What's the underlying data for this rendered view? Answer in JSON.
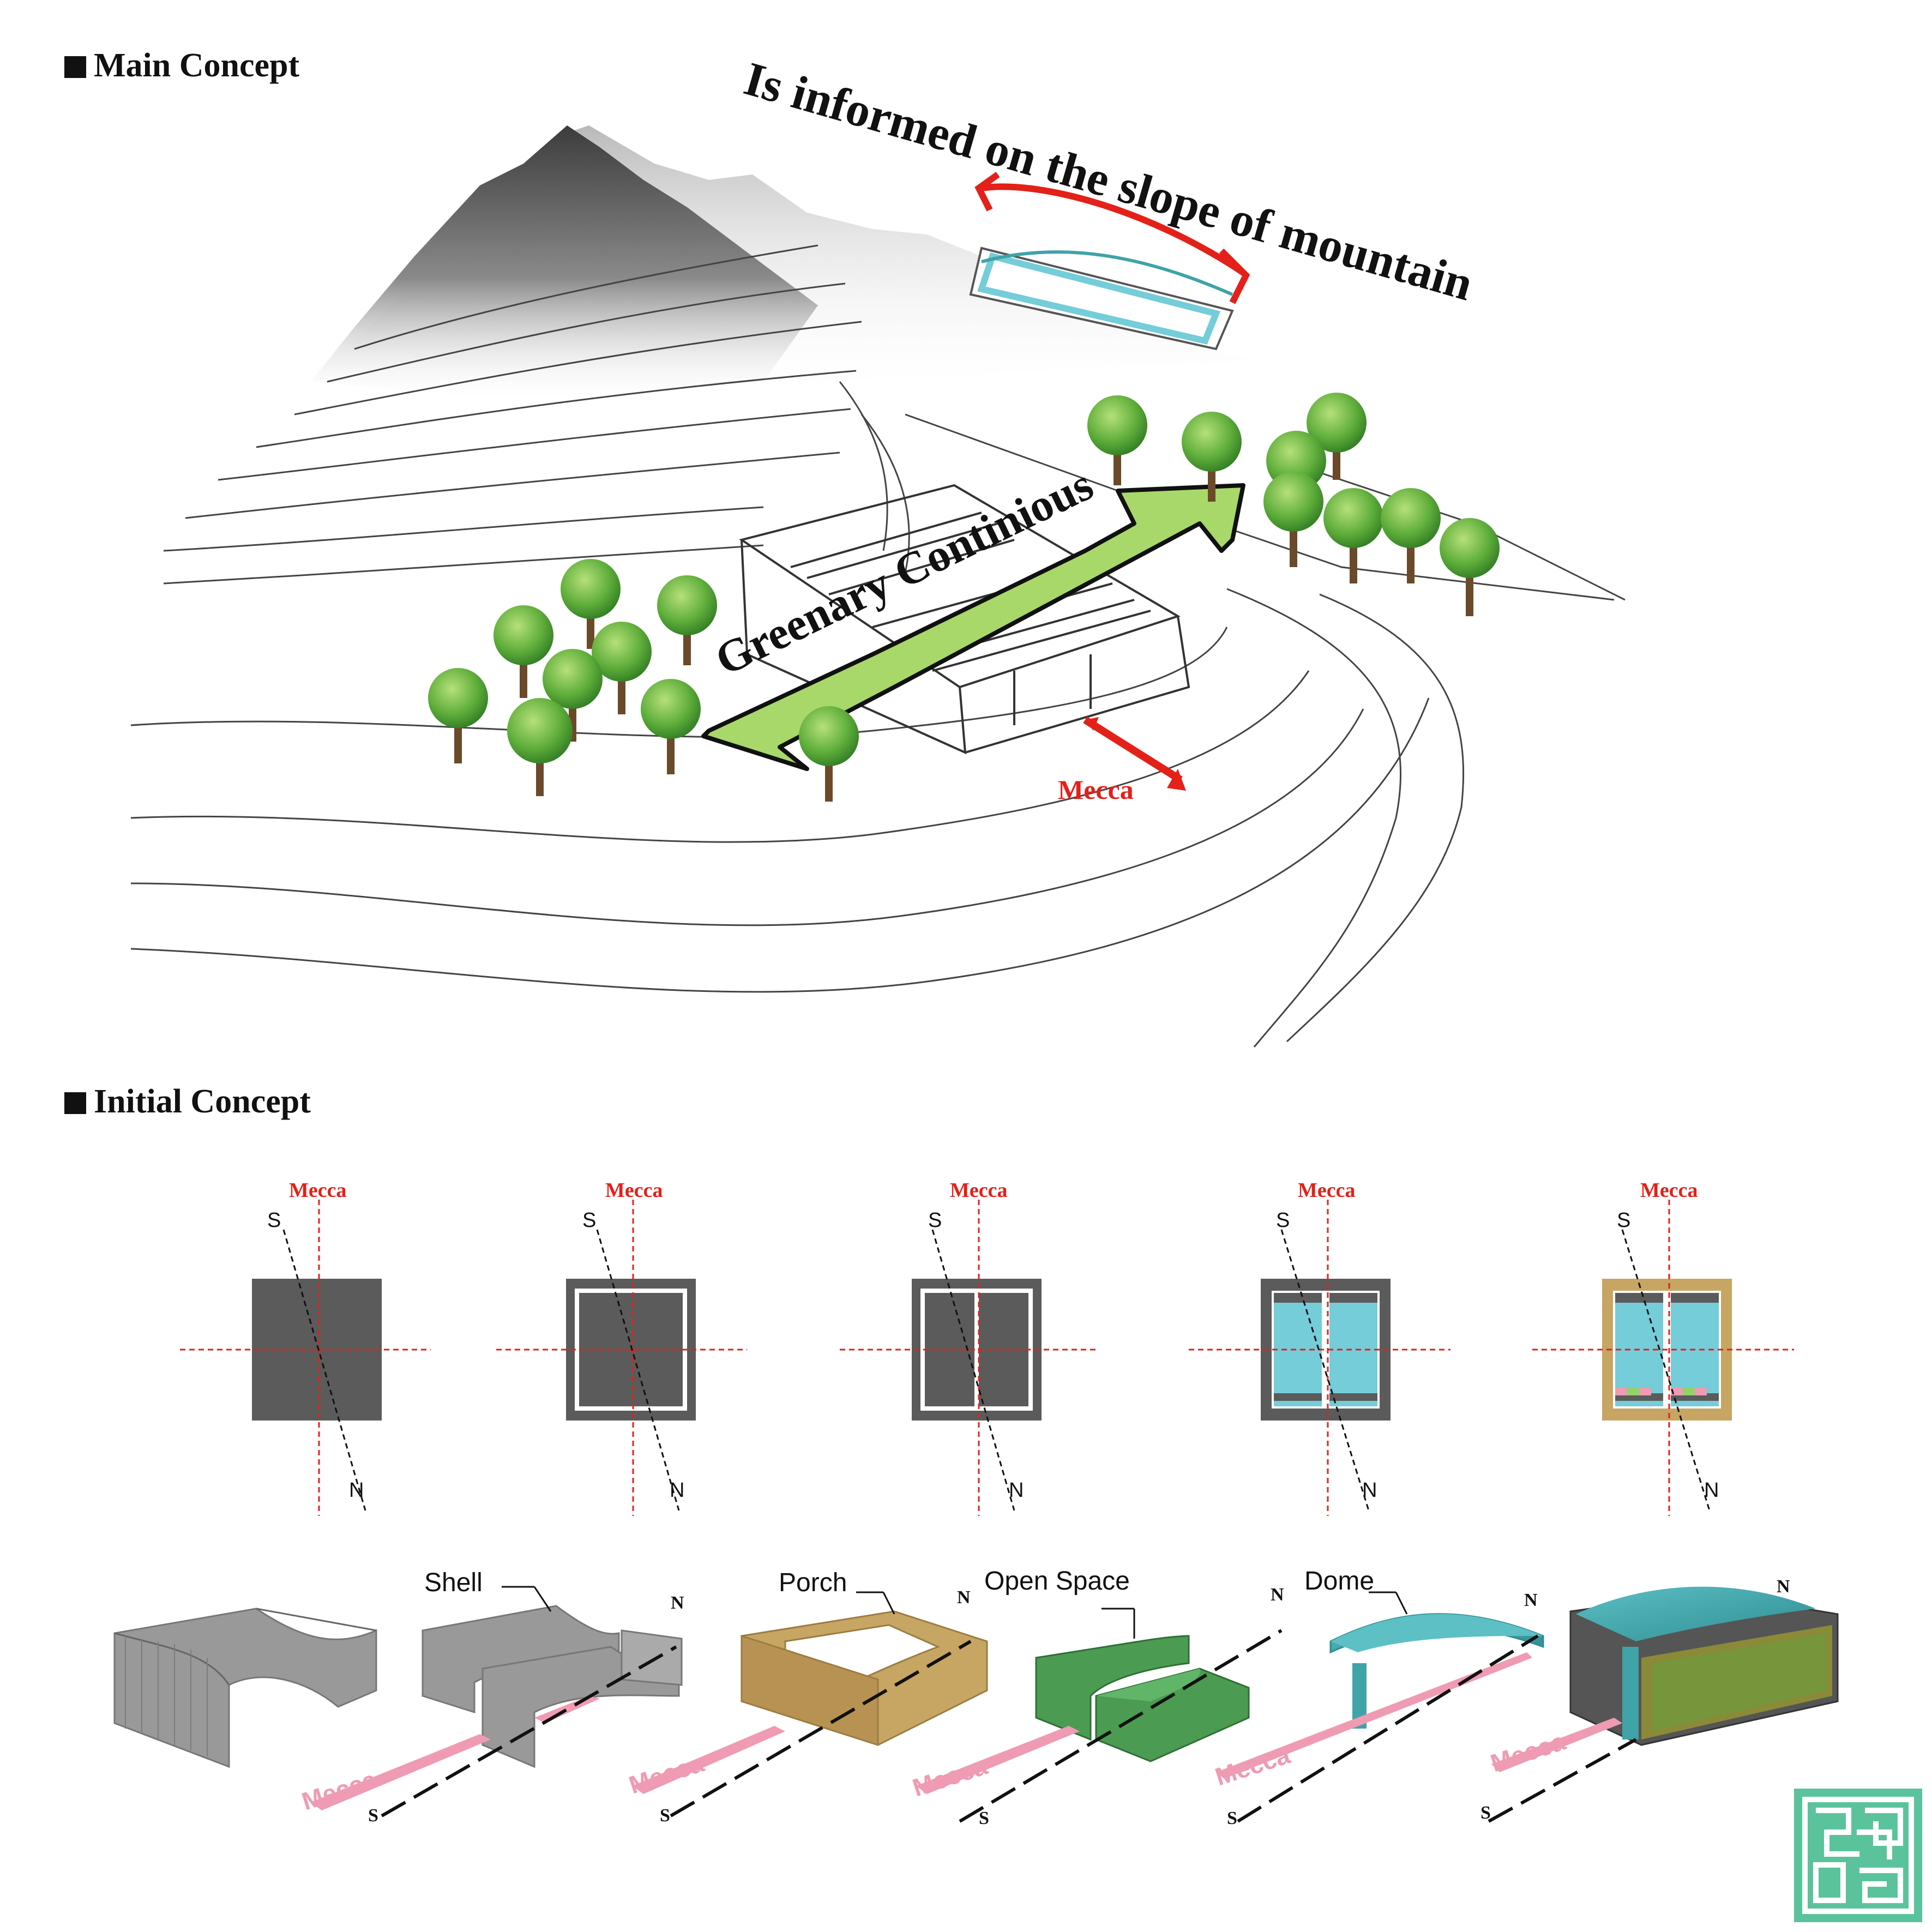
{
  "sections": {
    "main_title": "Main Concept",
    "initial_title": "Initial Concept"
  },
  "main_concept": {
    "slope_caption": "Is informed on the slope of mountain",
    "greenery_caption": "Greenary Continious",
    "mecca_label": "Mecca"
  },
  "plan_diagrams": {
    "mecca_label": "Mecca",
    "south_label": "S",
    "north_label": "N",
    "count": 5
  },
  "axon_diagrams": {
    "labels": [
      "Shell",
      "Porch",
      "Open Space",
      "Dome"
    ],
    "mecca_label": "Mecca",
    "south_label": "S",
    "north_label": "N"
  },
  "colors": {
    "accent_red": "#e32119",
    "plan_dark": "#5b5b5b",
    "pool_blue": "#74cdd8",
    "porch_gold": "#c7a562",
    "open_green": "#4c9b52",
    "dome_teal": "#3fa3a8",
    "mecca_pink": "#ef9bb3",
    "logo_green": "#5bc39c",
    "arrow_green": "#a8d86a"
  },
  "icons": [
    "tree-icon",
    "logo-maze-icon",
    "compass-axis-icon"
  ]
}
